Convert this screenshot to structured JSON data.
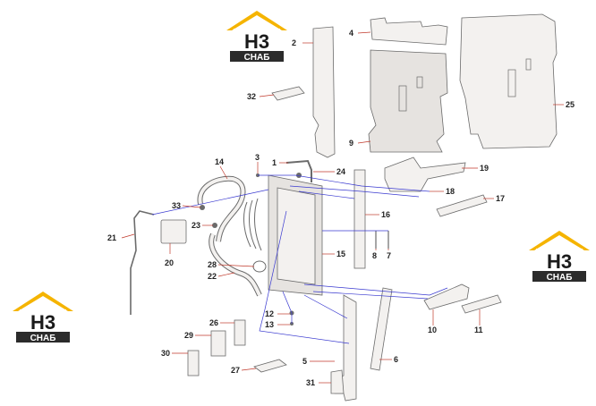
{
  "brand": {
    "logo_letters": "H3",
    "logo_word": "СНАБ",
    "roof_color": "#f5b400",
    "text_color": "#1a1a1a",
    "plate_color": "#2b2b2b"
  },
  "parts": [
    {
      "id": "1",
      "label": "1"
    },
    {
      "id": "2",
      "label": "2"
    },
    {
      "id": "3",
      "label": "3"
    },
    {
      "id": "4",
      "label": "4"
    },
    {
      "id": "5",
      "label": "5"
    },
    {
      "id": "6",
      "label": "6"
    },
    {
      "id": "7",
      "label": "7"
    },
    {
      "id": "8",
      "label": "8"
    },
    {
      "id": "9",
      "label": "9"
    },
    {
      "id": "10",
      "label": "10"
    },
    {
      "id": "11",
      "label": "11"
    },
    {
      "id": "12",
      "label": "12"
    },
    {
      "id": "13",
      "label": "13"
    },
    {
      "id": "14",
      "label": "14"
    },
    {
      "id": "15",
      "label": "15"
    },
    {
      "id": "16",
      "label": "16"
    },
    {
      "id": "17",
      "label": "17"
    },
    {
      "id": "18",
      "label": "18"
    },
    {
      "id": "19",
      "label": "19"
    },
    {
      "id": "20",
      "label": "20"
    },
    {
      "id": "21",
      "label": "21"
    },
    {
      "id": "22",
      "label": "22"
    },
    {
      "id": "23",
      "label": "23"
    },
    {
      "id": "24",
      "label": "24"
    },
    {
      "id": "25",
      "label": "25"
    },
    {
      "id": "26",
      "label": "26"
    },
    {
      "id": "27",
      "label": "27"
    },
    {
      "id": "28",
      "label": "28"
    },
    {
      "id": "29",
      "label": "29"
    },
    {
      "id": "30",
      "label": "30"
    },
    {
      "id": "31",
      "label": "31"
    },
    {
      "id": "32",
      "label": "32"
    },
    {
      "id": "33",
      "label": "33"
    }
  ]
}
